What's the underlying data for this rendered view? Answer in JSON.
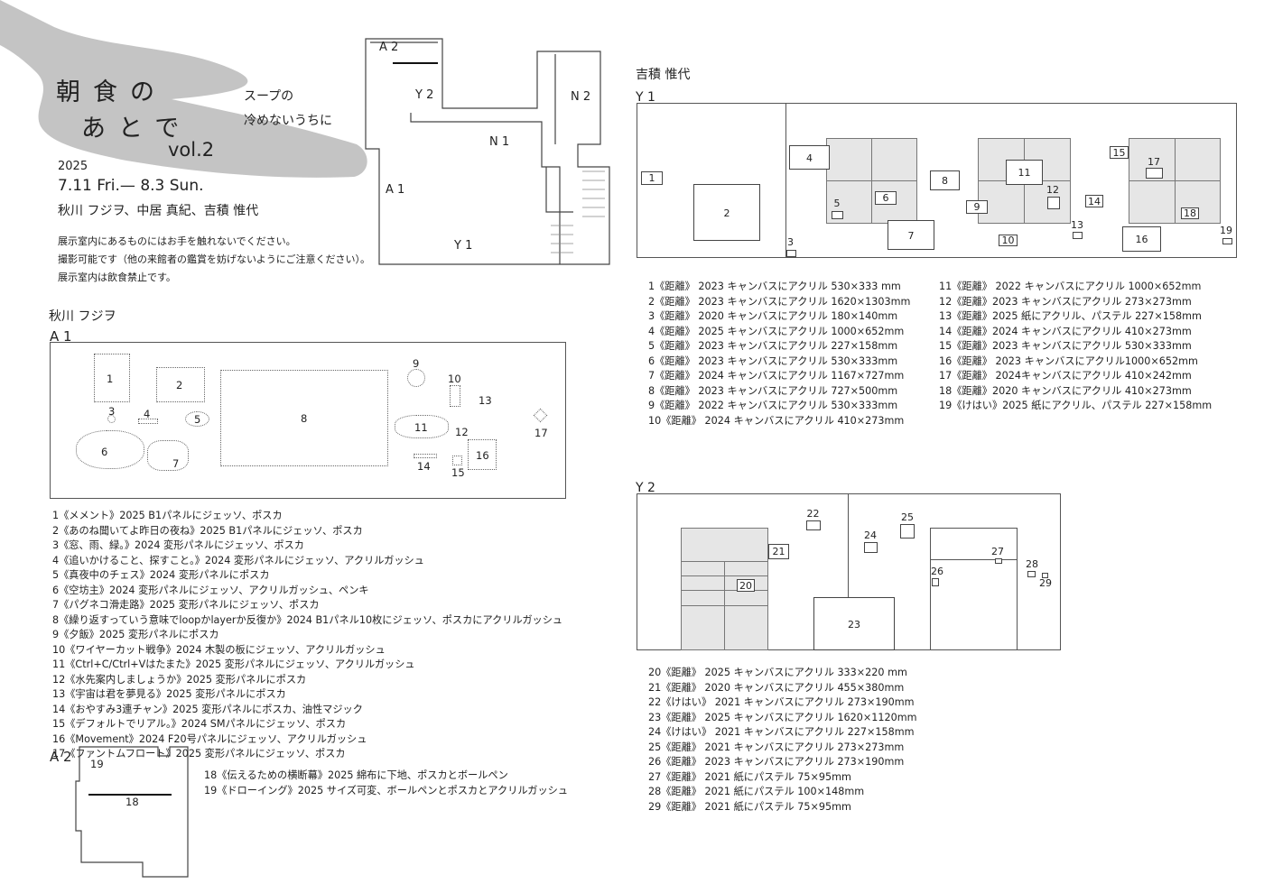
{
  "exhibition": {
    "title_line1": "朝食の",
    "title_line2": "あとで",
    "volume": "vol.2",
    "tagline_line1": "スープの",
    "tagline_line2": "冷めないうちに",
    "year": "2025",
    "dates": "7.11 Fri.— 8.3 Sun.",
    "artists": "秋川 フジヲ、中居 真紀、吉積 惟代",
    "notice_1": "展示室内にあるものにはお手を触れないでください。",
    "notice_2": "撮影可能です（他の来館者の鑑賞を妨げないようにご注意ください）。",
    "notice_3": "展示室内は飲食禁止です。"
  },
  "floor_plan": {
    "labels": [
      "A 2",
      "Y 2",
      "N 2",
      "N 1",
      "A 1",
      "Y 1"
    ]
  },
  "akikawa": {
    "artist": "秋川 フジヲ",
    "room_a1": "A 1",
    "room_a2": "A 2",
    "a1_numbers": [
      "1",
      "2",
      "3",
      "4",
      "5",
      "6",
      "7",
      "8",
      "9",
      "10",
      "11",
      "12",
      "13",
      "14",
      "15",
      "16",
      "17"
    ],
    "a2_numbers": [
      "19",
      "18"
    ],
    "works": [
      "1《メメント》2025 B1パネルにジェッソ、ポスカ",
      "2《あのね聞いてよ昨日の夜ね》2025  B1パネルにジェッソ、ポスカ",
      "3《窓、雨、緑。》2024 変形パネルにジェッソ、ポスカ",
      "4《追いかけること、探すこと。》2024 変形パネルにジェッソ、アクリルガッシュ",
      "5《真夜中のチェス》2024 変形パネルにポスカ",
      "6《空坊主》2024 変形パネルにジェッソ、アクリルガッシュ、ペンキ",
      "7《パグネコ滑走路》2025 変形パネルにジェッソ、ポスカ",
      "8《繰り返すっていう意味でloopかlayerか反復か》2024 B1パネル10枚にジェッソ、ポスカにアクリルガッシュ",
      "9《夕飯》2025 変形パネルにポスカ",
      "10《ワイヤーカット戦争》2024 木製の板にジェッソ、アクリルガッシュ",
      "11《Ctrl+C/Ctrl+Vはたまた》2025 変形パネルにジェッソ、アクリルガッシュ",
      "12《水先案内しましょうか》2025 変形パネルにポスカ",
      "13《宇宙は君を夢見る》2025 変形パネルにポスカ",
      "14《おやすみ3連チャン》2025 変形パネルにポスカ、油性マジック",
      "15《デフォルトでリアル。》2024 SMパネルにジェッソ、ポスカ",
      "16《Movement》2024 F20号パネルにジェッソ、アクリルガッシュ",
      "17《ファントムフロート》2025 変形パネルにジェッソ、ポスカ"
    ],
    "works_a2": [
      "18《伝えるための横断幕》2025 綿布に下地、ポスカとボールペン",
      "19《ドローイング》2025 サイズ可変、ボールペンとポスカとアクリルガッシュ"
    ]
  },
  "yoshizumi": {
    "artist": "吉積 惟代",
    "room_y1": "Y 1",
    "room_y2": "Y 2",
    "y1_numbers": [
      "1",
      "2",
      "3",
      "4",
      "5",
      "6",
      "7",
      "8",
      "9",
      "10",
      "11",
      "12",
      "13",
      "14",
      "15",
      "16",
      "17",
      "18",
      "19"
    ],
    "y2_numbers": [
      "20",
      "21",
      "22",
      "23",
      "24",
      "25",
      "26",
      "27",
      "28",
      "29"
    ],
    "works_y1_left": [
      "1《距離》 2023 キャンバスにアクリル 530×333 mm",
      "2《距離》 2023 キャンバスにアクリル 1620×1303mm",
      "3《距離》 2020 キャンバスにアクリル 180×140mm",
      "4《距離》 2025 キャンバスにアクリル 1000×652mm",
      "5《距離》 2023 キャンバスにアクリル 227×158mm",
      "6《距離》 2023 キャンバスにアクリル 530×333mm",
      "7《距離》 2024 キャンバスにアクリル 1167×727mm",
      "8《距離》 2023 キャンバスにアクリル 727×500mm",
      "9《距離》 2022 キャンバスにアクリル 530×333mm",
      "10《距離》 2024 キャンバスにアクリル 410×273mm"
    ],
    "works_y1_right": [
      "11《距離》 2022 キャンバスにアクリル 1000×652mm",
      "12《距離》2023 キャンバスにアクリル 273×273mm",
      "13《距離》2025 紙にアクリル、パステル 227×158mm",
      "14《距離》2024 キャンバスにアクリル 410×273mm",
      "15《距離》2023 キャンバスにアクリル 530×333mm",
      "16《距離》 2023 キャンバスにアクリル1000×652mm",
      "17《距離》 2024キャンバスにアクリル 410×242mm",
      "18《距離》2020 キャンバスにアクリル 410×273mm",
      "19《けはい》2025 紙にアクリル、パステル 227×158mm"
    ],
    "works_y2": [
      "20《距離》 2025 キャンバスにアクリル 333×220 mm",
      "21《距離》 2020 キャンバスにアクリル 455×380mm",
      "22《けはい》 2021 キャンバスにアクリル 273×190mm",
      "23《距離》 2025 キャンバスにアクリル 1620×1120mm",
      "24《けはい》 2021 キャンバスにアクリル 227×158mm",
      "25《距離》 2021 キャンバスにアクリル 273×273mm",
      "26《距離》 2023 キャンバスにアクリル 273×190mm",
      "27《距離》 2021 紙にパステル 75×95mm",
      "28《距離》 2021 紙にパステル 100×148mm",
      "29《距離》 2021 紙にパステル 75×95mm"
    ]
  }
}
